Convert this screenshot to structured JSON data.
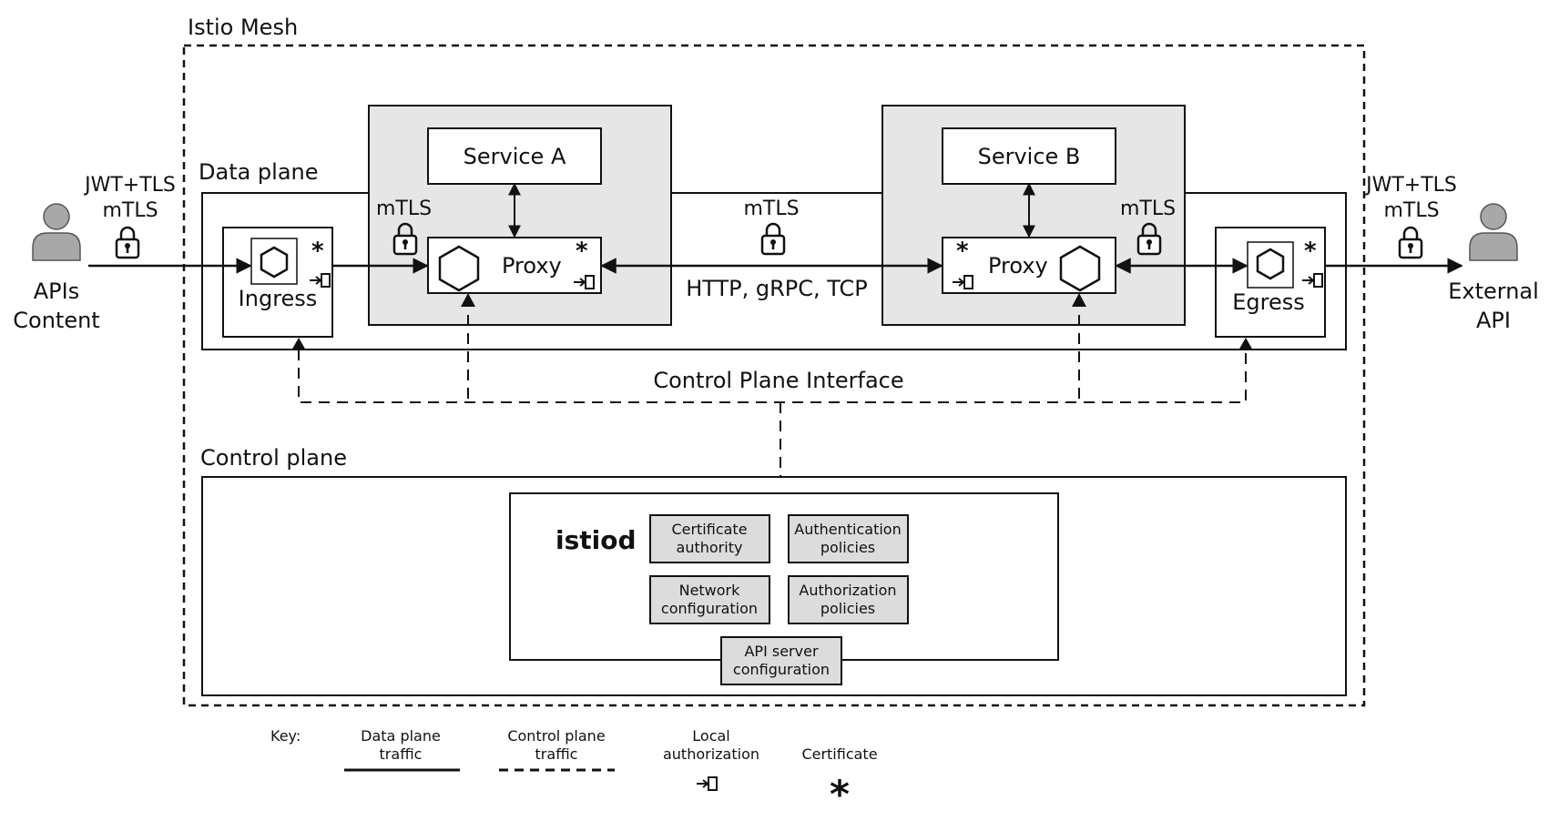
{
  "mesh_label": "Istio Mesh",
  "data_plane_label": "Data plane",
  "control_plane_label": "Control plane",
  "control_plane_interface_label": "Control Plane Interface",
  "client": {
    "line1": "APIs",
    "line2": "Content"
  },
  "external": {
    "line1": "External",
    "line2": "API"
  },
  "left_security": {
    "line1": "JWT+TLS",
    "line2": "mTLS"
  },
  "right_security": {
    "line1": "JWT+TLS",
    "line2": "mTLS"
  },
  "service_a": {
    "name": "Service A",
    "proxy": "Proxy",
    "mtls": "mTLS"
  },
  "service_b": {
    "name": "Service B",
    "proxy": "Proxy",
    "mtls": "mTLS"
  },
  "middle_link": {
    "mtls": "mTLS",
    "protocols": "HTTP, gRPC, TCP"
  },
  "ingress_label": "Ingress",
  "egress_label": "Egress",
  "istiod": {
    "title": "istiod",
    "components": [
      {
        "line1": "Certificate",
        "line2": "authority"
      },
      {
        "line1": "Authentication",
        "line2": "policies"
      },
      {
        "line1": "Network",
        "line2": "configuration"
      },
      {
        "line1": "Authorization",
        "line2": "policies"
      }
    ],
    "api_server": {
      "line1": "API server",
      "line2": "configuration"
    }
  },
  "key": {
    "label": "Key:",
    "data_plane": {
      "line1": "Data plane",
      "line2": "traffic"
    },
    "control_plane": {
      "line1": "Control plane",
      "line2": "traffic"
    },
    "local_auth": {
      "line1": "Local",
      "line2": "authorization"
    },
    "certificate": "Certificate"
  },
  "colors": {
    "panel_gray": "#e6e6e6",
    "box_gray": "#dcdcdc",
    "person_gray": "#a8a8a8",
    "line": "#111111"
  }
}
